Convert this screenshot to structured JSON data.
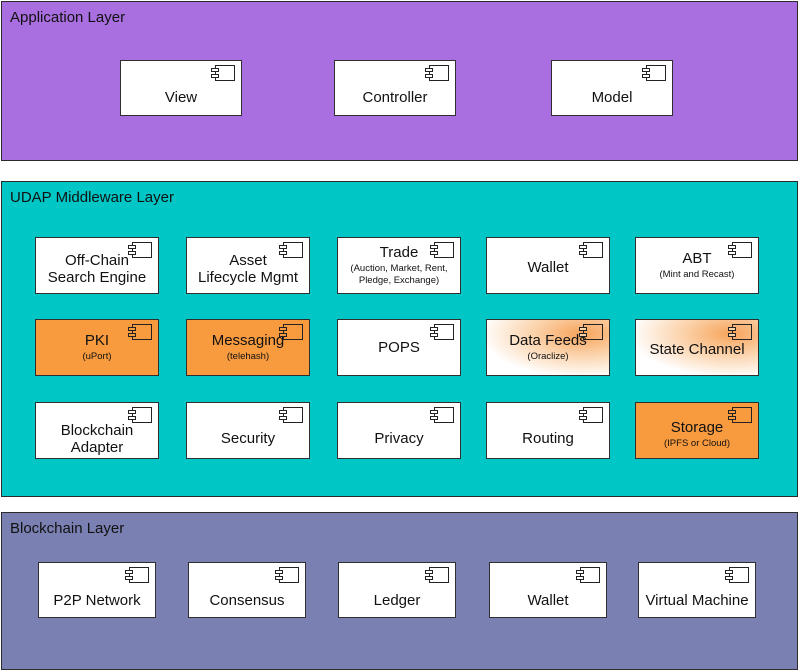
{
  "layers": {
    "application": {
      "title": "Application Layer",
      "components": [
        {
          "label": "View"
        },
        {
          "label": "Controller"
        },
        {
          "label": "Model"
        }
      ]
    },
    "middleware": {
      "title": "UDAP Middleware Layer",
      "components": [
        {
          "label": "Off-Chain\nSearch Engine",
          "sub": ""
        },
        {
          "label": "Asset\nLifecycle Mgmt",
          "sub": ""
        },
        {
          "label": "Trade",
          "sub": "(Auction, Market, Rent,\nPledge, Exchange)"
        },
        {
          "label": "Wallet",
          "sub": ""
        },
        {
          "label": "ABT",
          "sub": "(Mint and Recast)"
        },
        {
          "label": "PKI",
          "sub": "(uPort)"
        },
        {
          "label": "Messaging",
          "sub": "(telehash)"
        },
        {
          "label": "POPS",
          "sub": ""
        },
        {
          "label": "Data Feeds",
          "sub": "(Oraclize)"
        },
        {
          "label": "State Channel",
          "sub": ""
        },
        {
          "label": "Blockchain\nAdapter",
          "sub": ""
        },
        {
          "label": "Security",
          "sub": ""
        },
        {
          "label": "Privacy",
          "sub": ""
        },
        {
          "label": "Routing",
          "sub": ""
        },
        {
          "label": "Storage",
          "sub": "(IPFS or Cloud)"
        }
      ]
    },
    "blockchain": {
      "title": "Blockchain Layer",
      "components": [
        {
          "label": "P2P Network"
        },
        {
          "label": "Consensus"
        },
        {
          "label": "Ledger"
        },
        {
          "label": "Wallet"
        },
        {
          "label": "Virtual Machine"
        }
      ]
    }
  },
  "colors": {
    "application_bg": "#a96fe0",
    "middleware_bg": "#00c6c6",
    "blockchain_bg": "#7a80b2",
    "highlight_orange": "#f89a3e"
  },
  "icon": "component-icon"
}
